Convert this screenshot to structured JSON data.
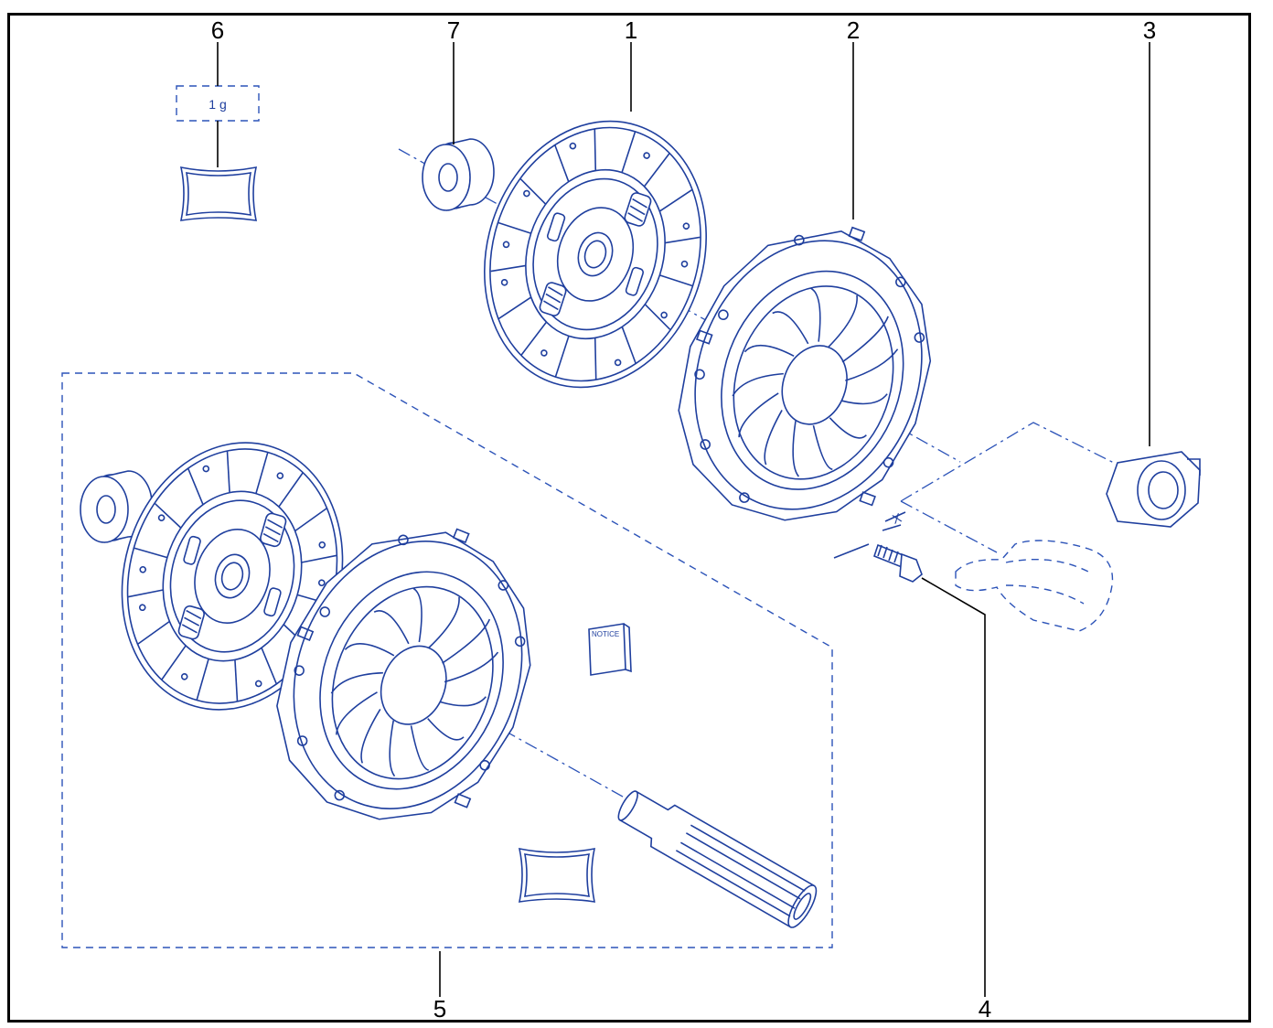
{
  "diagram": {
    "callouts": [
      "1",
      "2",
      "3",
      "4",
      "5",
      "6",
      "7"
    ],
    "grease_label": "1 g",
    "notice_label": "NOTICE",
    "dimension_label": "X"
  },
  "colors": {
    "ink": "#1f3f9e",
    "dashed_line": "#2c53b8",
    "frame": "#000000"
  }
}
